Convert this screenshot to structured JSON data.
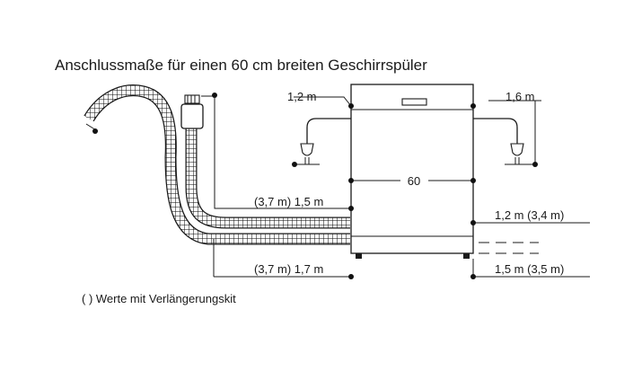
{
  "title": "Anschlussmaße für einen 60 cm breiten Geschirrspüler",
  "labels": {
    "top_left": "1,2 m",
    "top_right": "1,6 m",
    "width": "60",
    "hose_upper": "(3,7 m) 1,5 m",
    "hose_lower": "(3,7 m) 1,7 m",
    "right_upper": "1,2 m (3,4 m)",
    "right_lower": "1,5 m (3,5 m)"
  },
  "footnote": "( ) Werte mit Verlängerungskit"
}
